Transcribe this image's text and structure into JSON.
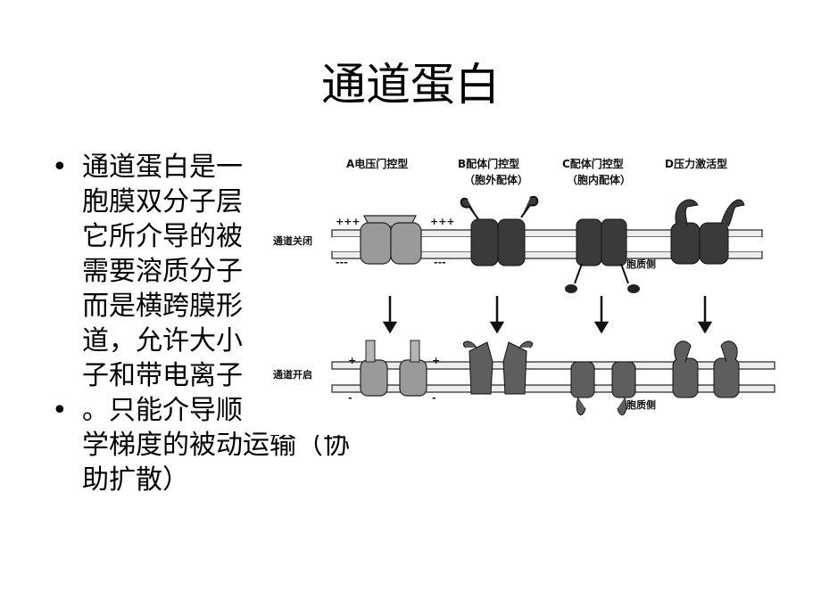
{
  "slide": {
    "title": "通道蛋白",
    "bullets": [
      {
        "marker": "•",
        "lines": [
          "通道蛋白是一",
          "胞膜双分子层",
          "它所介导的被",
          "需要溶质分子",
          "而是横跨膜形",
          "道，允许大小",
          "子和带电离子"
        ]
      },
      {
        "marker": "•",
        "lines": [
          "。只能介导顺",
          "学梯度的被动运输（协",
          "助扩散）"
        ]
      }
    ]
  },
  "figure": {
    "headers": {
      "a": "A电压门控型",
      "b1": "B配体门控型",
      "b2": "（胞外配体）",
      "c1": "C配体门控型",
      "c2": "（胞内配体）",
      "d": "D压力激活型"
    },
    "row_closed": "通道关闭",
    "row_open": "通道开启",
    "cytoplasm_side_1": "胞质侧",
    "cytoplasm_side_2": "胞质侧",
    "charges": {
      "plus3": "+++",
      "minus3": "---",
      "plus": "+",
      "minus": "-"
    },
    "colors": {
      "membrane": "#e6e6e6",
      "light_protein": "#9a9a9a",
      "dark_protein": "#3a3a3a",
      "mid_protein": "#5e5e5e"
    }
  }
}
